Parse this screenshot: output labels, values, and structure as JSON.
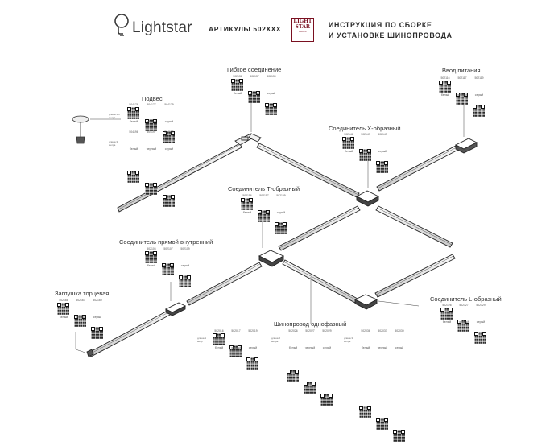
{
  "header": {
    "logo": "Lightstar",
    "articles": "АРТИКУЛЫ 502XXX",
    "brand_box": [
      "LIGHT",
      "STAR",
      "GROUP"
    ],
    "title_lines": [
      "ИНСТРУКЦИЯ ПО СБОРКЕ",
      "И УСТАНОВКЕ ШИНОПРОВОДА"
    ]
  },
  "components": {
    "podves": {
      "name": "Подвес",
      "rows": [
        {
          "note": "длина 1.5 метра",
          "items": [
            {
              "code": "504176",
              "color": "белый"
            },
            {
              "code": "504177",
              "color": "черный"
            },
            {
              "code": "504179",
              "color": "серый"
            }
          ]
        },
        {
          "note": "длина 3 метра",
          "items": [
            {
              "code": "504196",
              "color": "белый"
            },
            {
              "code": "504197",
              "color": "черный"
            },
            {
              "code": "504199",
              "color": "серый"
            }
          ]
        }
      ]
    },
    "gibkoe": {
      "name": "Гибкое соединение",
      "items": [
        {
          "code": "502136",
          "color": "белый"
        },
        {
          "code": "502137",
          "color": "черный"
        },
        {
          "code": "502139",
          "color": "серый"
        }
      ]
    },
    "vvod": {
      "name": "Ввод питания",
      "items": [
        {
          "code": "502116",
          "color": "белый"
        },
        {
          "code": "502117",
          "color": "черный"
        },
        {
          "code": "502119",
          "color": "серый"
        }
      ]
    },
    "x_connector": {
      "name": "Соединитель Х-образный",
      "items": [
        {
          "code": "502146",
          "color": "белый"
        },
        {
          "code": "502147",
          "color": "черный"
        },
        {
          "code": "502149",
          "color": "серый"
        }
      ]
    },
    "t_connector": {
      "name": "Соединитель Т-образный",
      "items": [
        {
          "code": "502156",
          "color": "белый"
        },
        {
          "code": "502157",
          "color": "черный"
        },
        {
          "code": "502159",
          "color": "серый"
        }
      ]
    },
    "straight": {
      "name": "Соединитель прямой внутренний",
      "items": [
        {
          "code": "502106",
          "color": "белый"
        },
        {
          "code": "502107",
          "color": "черный"
        },
        {
          "code": "502109",
          "color": "серый"
        }
      ]
    },
    "endcap": {
      "name": "Заглушка торцевая",
      "items": [
        {
          "code": "502166",
          "color": "белый"
        },
        {
          "code": "502167",
          "color": "черный"
        },
        {
          "code": "502169",
          "color": "серый"
        }
      ]
    },
    "l_connector": {
      "name": "Соединитель L-образный",
      "items": [
        {
          "code": "502126",
          "color": "белый"
        },
        {
          "code": "502127",
          "color": "черный"
        },
        {
          "code": "502129",
          "color": "серый"
        }
      ]
    },
    "track": {
      "name": "Шинопровод однофазный",
      "groups": [
        {
          "note": "длина 1 метр",
          "items": [
            {
              "code": "502016",
              "color": "белый"
            },
            {
              "code": "502017",
              "color": "черный"
            },
            {
              "code": "502019",
              "color": "серый"
            }
          ]
        },
        {
          "note": "длина 2 метра",
          "items": [
            {
              "code": "502026",
              "color": "белый"
            },
            {
              "code": "502027",
              "color": "черный"
            },
            {
              "code": "502029",
              "color": "серый"
            }
          ]
        },
        {
          "note": "длина 3 метра",
          "items": [
            {
              "code": "502036",
              "color": "белый"
            },
            {
              "code": "502037",
              "color": "черный"
            },
            {
              "code": "502039",
              "color": "серый"
            }
          ]
        }
      ]
    }
  }
}
